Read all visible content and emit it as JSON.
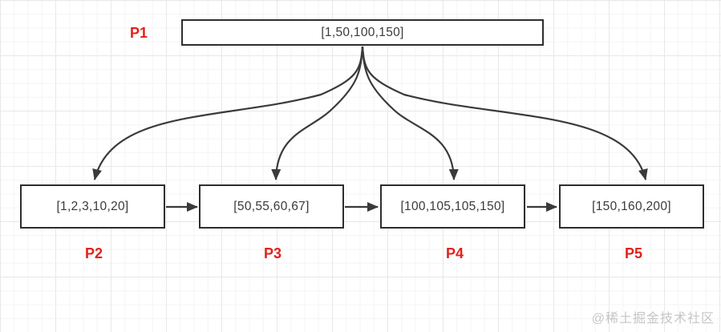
{
  "nodes": {
    "root": {
      "label": "P1",
      "value": "[1,50,100,150]"
    },
    "leaves": [
      {
        "label": "P2",
        "value": "[1,2,3,10,20]"
      },
      {
        "label": "P3",
        "value": "[50,55,60,67]"
      },
      {
        "label": "P4",
        "value": "[100,105,105,150]"
      },
      {
        "label": "P5",
        "value": "[150,160,200]"
      }
    ]
  },
  "watermark": "@稀土掘金技术社区",
  "colors": {
    "label_red": "#e3211c",
    "line": "#3a3a3a",
    "box_border": "#2e2e2e",
    "box_fill": "#ffffff",
    "text": "#3a3a3a",
    "grid_minor": "#f4f4f4",
    "grid_major": "#e8e8e8",
    "watermark": "#c6c6c6"
  }
}
